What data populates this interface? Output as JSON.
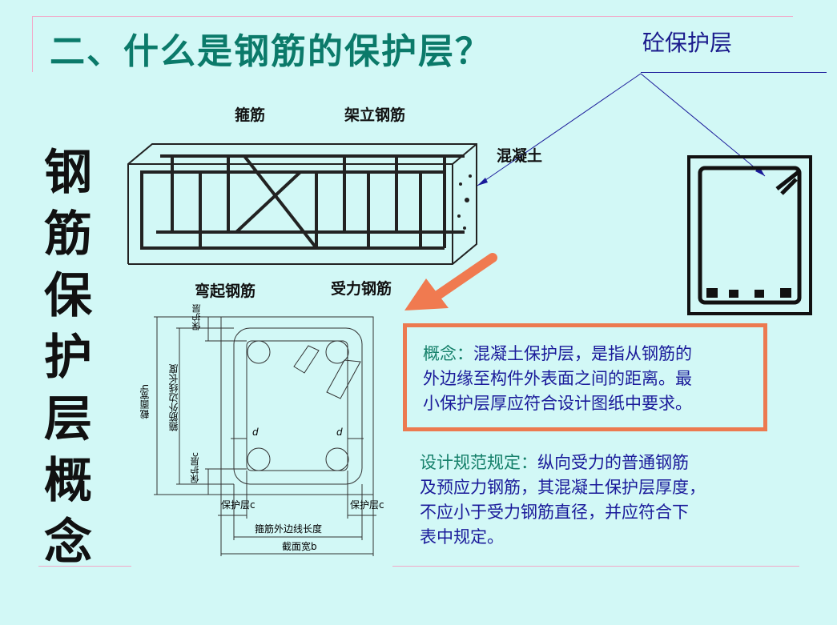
{
  "slide": {
    "title": "二、什么是钢筋的保护层？",
    "cover_label": "砼保护层",
    "side_title": "钢筋保护层概念"
  },
  "beam_labels": {
    "stirrup": "箍筋",
    "erection_bar": "架立钢筋",
    "concrete": "混凝土",
    "bent_bar": "弯起钢筋",
    "main_bar": "受力钢筋"
  },
  "section_labels": {
    "cover_top": "保护层",
    "section_height": "截面宽h",
    "stirrup_outer_length_v": "箍筋外边线长度",
    "d_left": "d",
    "d_right": "d",
    "cover_bottom": "保护层c",
    "cover_left": "保护层c",
    "cover_right": "保护层c",
    "stirrup_outer_length_h": "箍筋外边线长度",
    "section_width": "截面宽b"
  },
  "concept": {
    "heading": "概念：",
    "lines": [
      "混凝土保护层，是指从钢筋的",
      "外边缘至构件外表面之间的距离。最",
      "小保护层厚应符合设计图纸中要求。"
    ]
  },
  "rule": {
    "heading": "设计规范规定：",
    "lines": [
      "纵向受力的普通钢筋",
      "及预应力钢筋，其混凝土保护层厚度，",
      "不应小于受力钢筋直径，并应符合下",
      "表中规定。"
    ]
  },
  "colors": {
    "background": "#d2f8f6",
    "title": "#0b7a6a",
    "body_text": "#1a1a9a",
    "box_border": "#ec7a50",
    "arrow": "#f07a50"
  }
}
